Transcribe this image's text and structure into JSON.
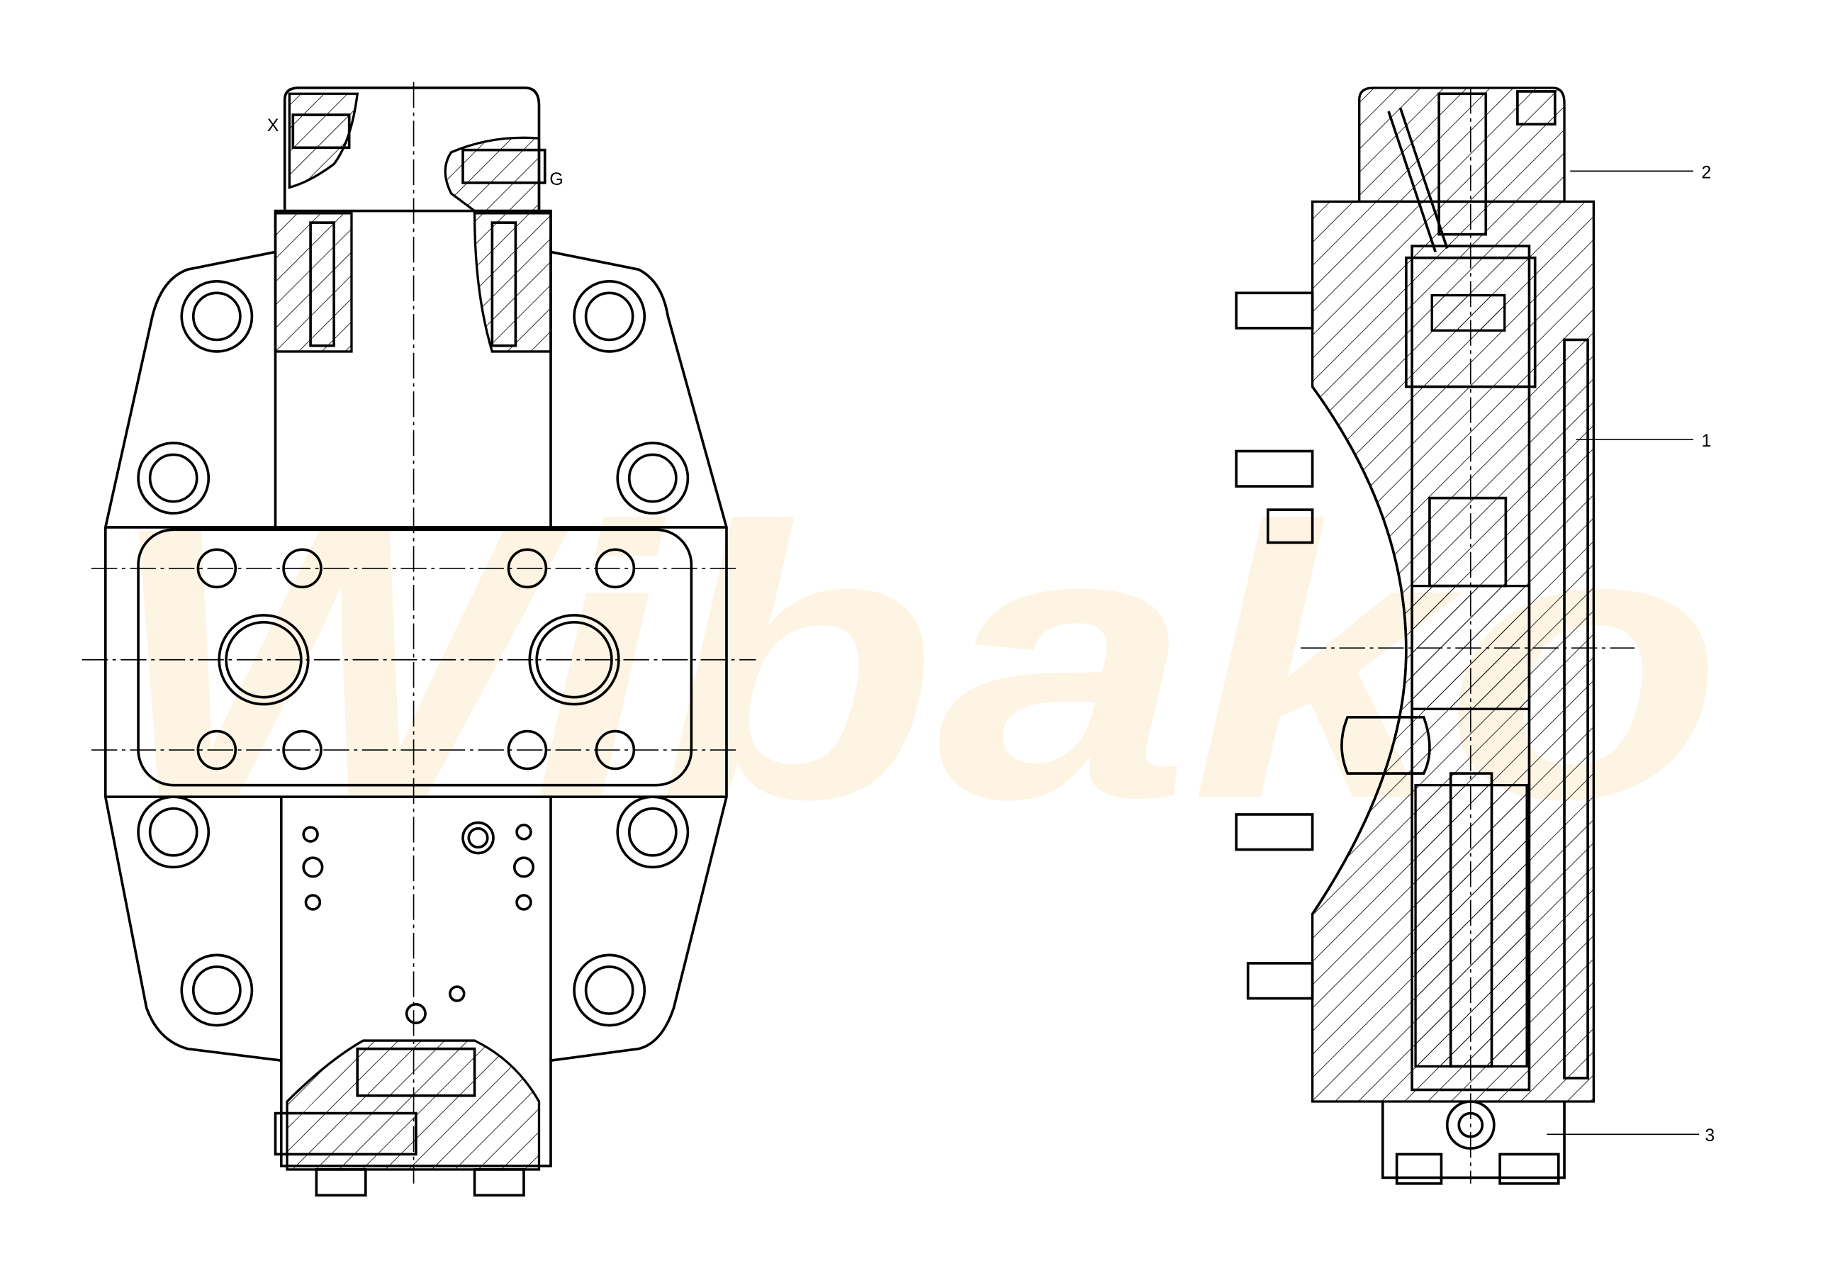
{
  "drawing": {
    "watermark": "Wibako",
    "left_view": {
      "port_labels": [
        "X",
        "G"
      ]
    },
    "right_view": {
      "callouts": [
        "2",
        "1",
        "3"
      ]
    }
  },
  "colors": {
    "line": "#000000",
    "watermark": "#fdf1dc",
    "background": "#ffffff"
  }
}
